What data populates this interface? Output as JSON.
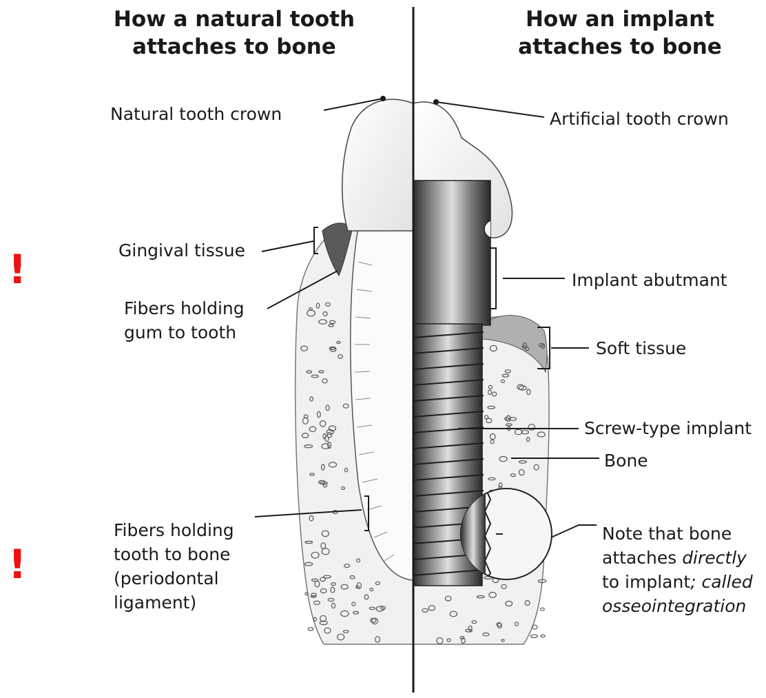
{
  "headings": {
    "natural": {
      "line1": "How a natural tooth",
      "line2": "attaches to bone"
    },
    "implant": {
      "line1": "How an implant",
      "line2": "attaches to bone"
    }
  },
  "labels": {
    "natural_crown": "Natural tooth crown",
    "artificial_crown": "Artificial tooth crown",
    "gingival_tissue": "Gingival tissue",
    "fibers_gum": {
      "line1": "Fibers holding",
      "line2": "gum to tooth"
    },
    "implant_abutment": "Implant abutmant",
    "soft_tissue": "Soft tissue",
    "screw_implant": "Screw-type implant",
    "bone": "Bone",
    "fibers_bone": {
      "line1": "Fibers holding",
      "line2": "tooth to bone",
      "line3": "(periodontal",
      "line4": "ligament)"
    },
    "note": {
      "line1": "Note that bone",
      "line2a": "attaches ",
      "line2b": "directly",
      "line3a": "to implant",
      "line3b": "; called",
      "line4": "osseointegration"
    }
  },
  "markers": {
    "symbol": "!",
    "color": "#ee1111"
  },
  "colors": {
    "ink": "#1a1a1a",
    "bone_fill": "#f1f1f1",
    "metal_dark": "#3a3a3a",
    "metal_light": "#cfcfcf",
    "gum": "#9a9a9a"
  }
}
